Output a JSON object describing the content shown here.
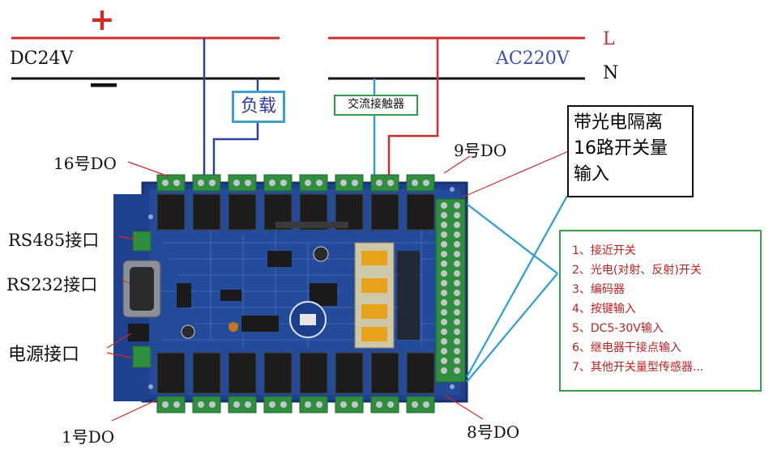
{
  "power": {
    "dc_plus": "+",
    "dc_minus": "—",
    "dc_label": "DC24V",
    "ac_label": "AC220V",
    "ac_L": "L",
    "ac_N": "N"
  },
  "boxes": {
    "load": "负载",
    "contactor": "交流接触器",
    "isolation_lines": [
      "带光电隔离",
      "16路开关量",
      "输入"
    ]
  },
  "callouts": {
    "do16": "16号DO",
    "do9": "9号DO",
    "do1": "1号DO",
    "do8": "8号DO",
    "rs485": "RS485接口",
    "rs232": "RS232接口",
    "power_port": "电源接口"
  },
  "inputs_list": [
    "1、接近开关",
    "2、光电(对射、反射)开关",
    "3、编码器",
    "4、按键输入",
    "5、DC5-30V输入",
    "6、继电器干接点输入",
    "7、其他开关量型传感器..."
  ],
  "colors": {
    "dc_positive": "#d42a2a",
    "wire_blue": "#2f3f9e",
    "wire_cyan": "#2a9fd6",
    "wire_red": "#d42a2a",
    "load_border": "#3ca0c8",
    "contactor_border": "#2fa04a",
    "list_border": "#3aa04a",
    "list_text": "#c02020",
    "pcb_blue": "#1f3f8f",
    "terminal_green": "#2f8f3f"
  }
}
